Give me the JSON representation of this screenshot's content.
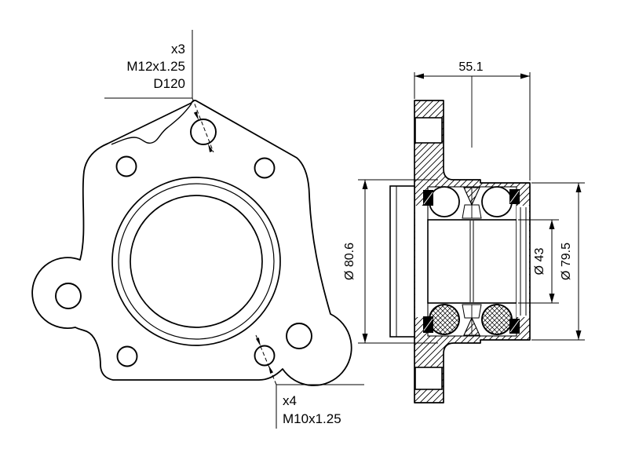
{
  "document": {
    "kind": "technical-drawing",
    "background": "#ffffff",
    "line_color": "#000000"
  },
  "front_view": {
    "top_callout": {
      "count": "x3",
      "thread": "M12x1.25",
      "bolt_circle": "D120"
    },
    "bottom_callout": {
      "count": "x4",
      "thread": "M10x1.25"
    }
  },
  "section_view": {
    "width_dim": "55.1",
    "hub_outer_diameter": "Ø 80.6",
    "bore_diameter": "Ø 43",
    "bearing_outer_diameter": "Ø 79.5"
  }
}
